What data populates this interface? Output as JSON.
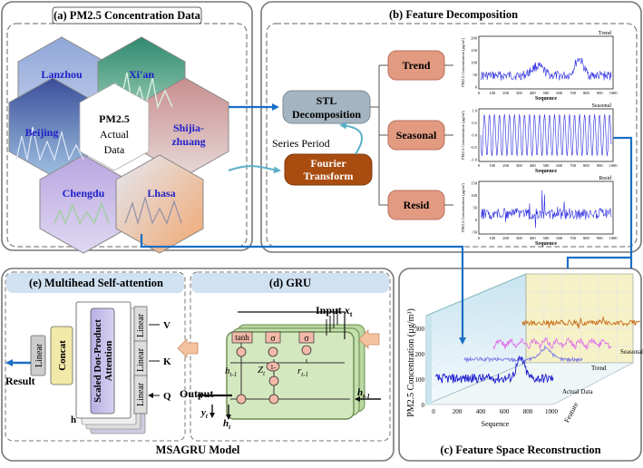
{
  "panels": {
    "a": {
      "title": "(a) PM2.5  Concentration Data"
    },
    "b": {
      "title": "(b) Feature Decomposition"
    },
    "c": {
      "title": "(c) Feature Space Reconstruction"
    },
    "d": {
      "title": "(d) GRU"
    },
    "e": {
      "title": "(e) Multihead Self-attention"
    },
    "model": {
      "title": "MSAGRU  Model"
    }
  },
  "cities": [
    "Lanzhou",
    "Xi'an",
    "Beijing",
    "Shijia-",
    "zhuang",
    "Chengdu",
    "Lhasa"
  ],
  "center": [
    "PM2.5",
    "Actual",
    "Data"
  ],
  "stl": [
    "STL",
    "Decomposition"
  ],
  "fourier": [
    "Fourier",
    "Transform"
  ],
  "series_period": "Series Period",
  "components": [
    "Trend",
    "Seasonal",
    "Resid"
  ],
  "mini_charts": [
    {
      "corner": "Trend",
      "ylabel": "PM2.5 Concentration (µg/m³)",
      "xlabel": "Sequence",
      "yticks": [
        "200",
        "150",
        "100",
        "50",
        "0"
      ],
      "xticks": [
        "0",
        "100",
        "200",
        "300",
        "400",
        "500",
        "600",
        "700",
        "800",
        "900",
        "1000"
      ]
    },
    {
      "corner": "Seasonal",
      "ylabel": "PM2.5 Concentration (µg/m³)",
      "xlabel": "Sequence",
      "yticks": [
        "1.0",
        "0.5",
        "0.0",
        "-0.5",
        "-1.0"
      ],
      "xticks": [
        "0",
        "100",
        "200",
        "300",
        "400",
        "500",
        "600",
        "700",
        "800",
        "900",
        "1000"
      ]
    },
    {
      "corner": "Resid",
      "ylabel": "PM2.5 Concentration (µg/m³)",
      "xlabel": "Sequence",
      "yticks": [
        "150",
        "100",
        "50",
        "0",
        "-50"
      ],
      "xticks": [
        "0",
        "100",
        "200",
        "300",
        "400",
        "500",
        "600",
        "700",
        "800",
        "900",
        "1000"
      ]
    }
  ],
  "chart3d": {
    "zlabel": "PM2.5  Concentration (µg/m³)",
    "xlabel": "Sequence",
    "ylabel": "Feature",
    "zticks": [
      "0",
      "100",
      "200",
      "300"
    ],
    "xticks": [
      "0",
      "200",
      "400",
      "600",
      "800",
      "1000"
    ],
    "series": [
      "Resid",
      "Seasonal",
      "Trend",
      "Actual Data"
    ],
    "colors": {
      "Resid": "#c8701e",
      "Seasonal": "#e070e8",
      "Trend": "#7a7ae6",
      "Actual Data": "#1818cc"
    }
  },
  "gru": {
    "input": "Input",
    "input_sym": "x",
    "input_sub": "t",
    "gates": [
      "tanh",
      "σ",
      "σ"
    ],
    "h_prev_left": "h",
    "h_prev_left_sub": "t-1",
    "z": "Z",
    "z_sub": "t",
    "r": "r",
    "r_sub": "t-1",
    "one_minus": "1-",
    "output": "Output",
    "y": "y",
    "y_sub": "t",
    "h": "h",
    "h_sub": "t",
    "h_prev": "h",
    "h_prev_sub": "t-1"
  },
  "attention": {
    "linear": "Linear",
    "concat": "Concat",
    "sdpa": [
      "Scaled Dot-Product",
      "Attention"
    ],
    "qkv": [
      "V",
      "K",
      "Q"
    ],
    "h": "h",
    "result": "Result"
  }
}
